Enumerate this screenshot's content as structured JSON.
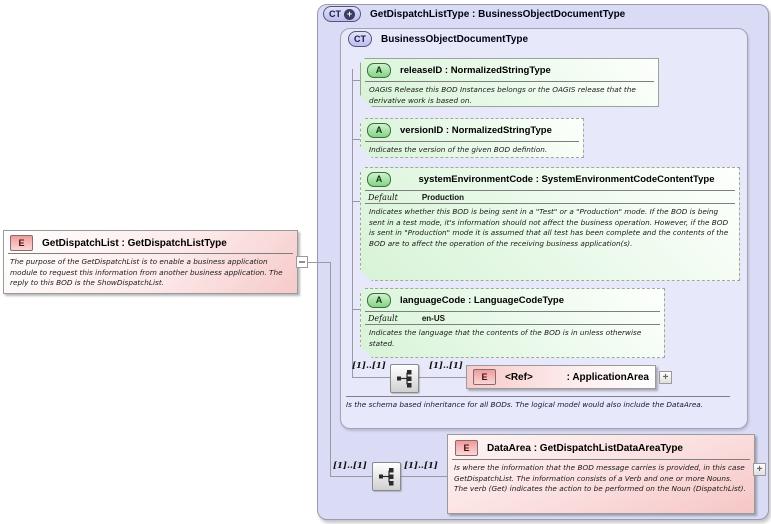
{
  "colors": {
    "container_fill": "#dadcf5",
    "container_inner_fill": "#e7e8fa",
    "attribute_fill": "#ddf5dd",
    "attribute_icon_fill": "#86d386",
    "element_fill": "#f6caca",
    "element_icon_fill": "#ef9c9c",
    "type_icon_fill": "#bcbcee",
    "line": "#9a9aa5"
  },
  "element": {
    "icon": "E",
    "title": "GetDispatchList : GetDispatchListType",
    "description": "The purpose of the GetDispatchList is to enable a business application module to request this information from another business application. The reply to this BOD is the ShowDispatchList."
  },
  "complex_type": {
    "icon": "CT",
    "expand_glyph": "+",
    "title": "GetDispatchListType : BusinessObjectDocumentType",
    "base_type": {
      "icon": "CT",
      "title": "BusinessObjectDocumentType",
      "attributes": [
        {
          "icon": "A",
          "title": "releaseID : NormalizedStringType",
          "description": "OAGIS Release this BOD Instances belongs or the OAGIS release that the derivative work is based on."
        },
        {
          "icon": "A",
          "title": "versionID : NormalizedStringType",
          "description": "Indicates the version of the given BOD defintion."
        },
        {
          "icon": "A",
          "title": "systemEnvironmentCode : SystemEnvironmentCodeContentType",
          "default_label": "Default",
          "default_value": "Production",
          "description": "Indicates whether this BOD is being sent in a \"Test\" or a \"Production\" mode. If the BOD is being sent in a test mode, it's information should not affect the business operation. However, if the BOD is sent in \"Production\" mode it is assumed that all test has been complete and the contents of the BOD are to affect the operation of the receiving business application(s)."
        },
        {
          "icon": "A",
          "title": "languageCode : LanguageCodeType",
          "default_label": "Default",
          "default_value": "en-US",
          "description": "Indicates the language that the contents of the BOD is in unless otherwise stated."
        }
      ],
      "sequence": {
        "cardinality_left": "[1]..[1]",
        "cardinality_right": "[1]..[1]"
      },
      "ref_element": {
        "icon": "E",
        "name": "<Ref>",
        "type": ": ApplicationArea",
        "expand": "+"
      },
      "annotation": "Is the schema based inheritance for all BODs. The logical model would also include the DataArea."
    },
    "data_area": {
      "sequence": {
        "cardinality_left": "[1]..[1]",
        "cardinality_right": "[1]..[1]"
      },
      "element": {
        "icon": "E",
        "title": "DataArea : GetDispatchListDataAreaType",
        "description": "Is where the information that the BOD message carries is provided, in this case GetDispatchList. The information consists of a Verb and one or more Nouns. The verb (Get) indicates the action to be performed on the Noun (DispatchList).",
        "expand": "+"
      }
    }
  }
}
